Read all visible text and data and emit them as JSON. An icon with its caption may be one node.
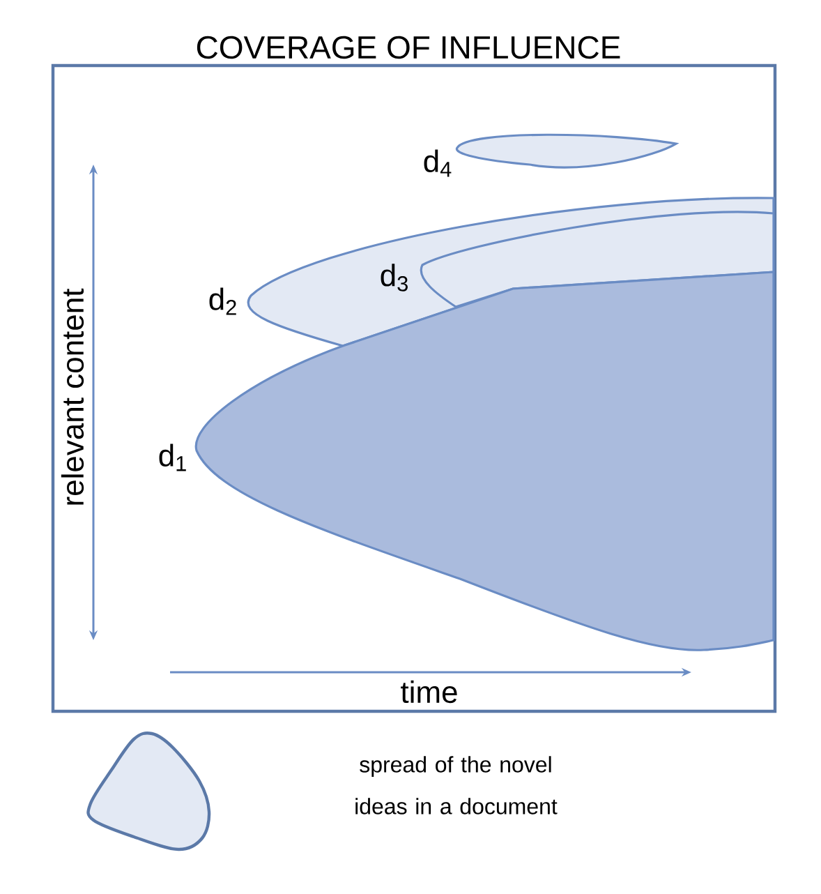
{
  "diagram": {
    "title": "COVERAGE OF INFLUENCE",
    "nodes": [
      {
        "text": [
          "d$_{4}$"
        ]
      },
      {
        "text": [
          "d$_{3}$"
        ],
        "in": 2
      },
      {
        "text": [
          "d$_{2}$"
        ]
      },
      {
        "text": [
          "d$_{1}$"
        ]
      }
    ],
    "labels": [
      "relevant content",
      "time"
    ],
    "legend": [
      {
        "text": "spread of the novel ideas in a document"
      }
    ]
  }
}
